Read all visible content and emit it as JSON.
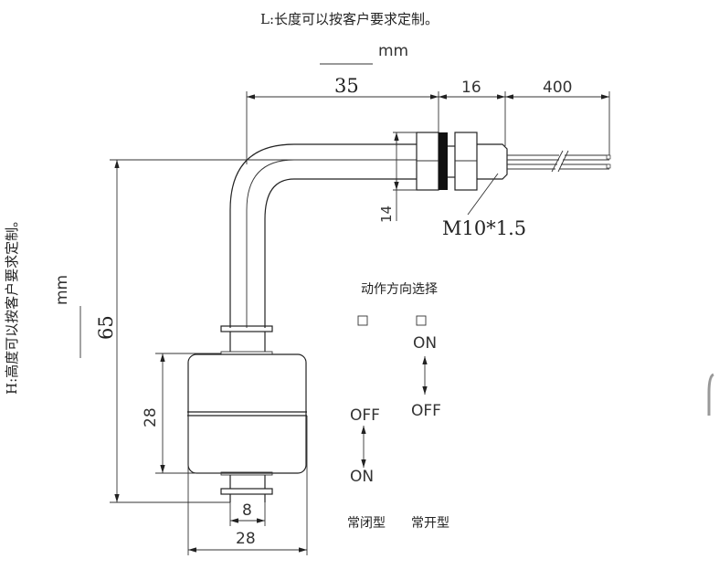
{
  "notes": {
    "length_note": "L:长度可以按客户要求定制。",
    "height_note": "H:高度可以按客户要求定制。",
    "unit_top": "mm",
    "unit_left": "mm"
  },
  "dimensions": {
    "stem_length": "35",
    "thread_length": "16",
    "cable_length": "400",
    "nut_size": "14",
    "thread_spec": "M10*1.5",
    "height": "65",
    "float_height": "28",
    "stem_diameter": "8",
    "float_diameter": "28"
  },
  "action": {
    "title": "动作方向选择",
    "nc": {
      "top": "OFF",
      "bottom": "ON",
      "label": "常闭型"
    },
    "no": {
      "top": "ON",
      "bottom": "OFF",
      "label": "常开型"
    }
  }
}
